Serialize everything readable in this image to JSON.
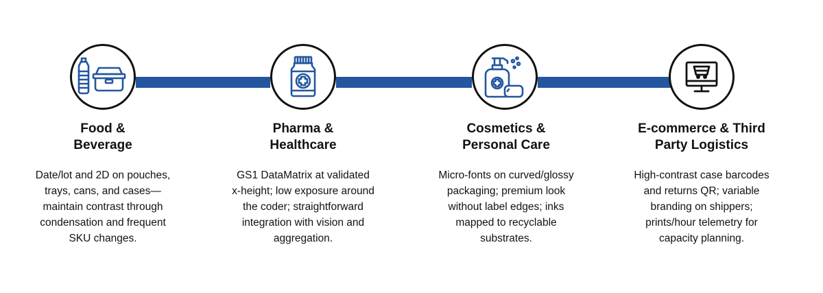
{
  "colors": {
    "connector": "#23569f",
    "icon_stroke": "#23569f",
    "circle_border": "#111111",
    "text": "#111111"
  },
  "stages": [
    {
      "icon": "food-beverage-icon",
      "title_lines": [
        "Food &",
        "Beverage"
      ],
      "desc_lines": [
        "Date/lot and 2D on pouches,",
        "trays, cans, and cases—",
        "maintain contrast through",
        "condensation and frequent",
        "SKU changes."
      ]
    },
    {
      "icon": "medicine-bottle-icon",
      "title_lines": [
        "Pharma &",
        "Healthcare"
      ],
      "desc_lines": [
        "GS1 DataMatrix at validated",
        "x-height; low exposure around",
        "the coder; straightforward",
        "integration with vision and",
        "aggregation."
      ]
    },
    {
      "icon": "cosmetics-dispenser-icon",
      "title_lines": [
        "Cosmetics &",
        "Personal Care"
      ],
      "desc_lines": [
        "Micro-fonts on curved/glossy",
        "packaging; premium look",
        "without label edges; inks",
        "mapped to recyclable",
        "substrates."
      ]
    },
    {
      "icon": "ecommerce-monitor-icon",
      "title_lines": [
        "E-commerce & Third",
        "Party Logistics"
      ],
      "desc_lines": [
        "High-contrast case barcodes",
        "and returns QR; variable",
        "branding on shippers;",
        "prints/hour telemetry for",
        "capacity planning."
      ]
    }
  ]
}
